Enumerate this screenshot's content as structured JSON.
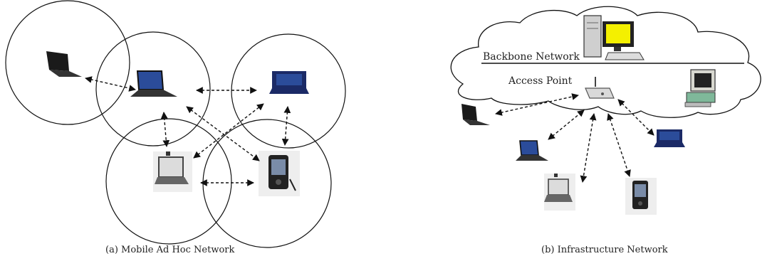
{
  "captions": {
    "adhoc": "(a) Mobile Ad Hoc Network",
    "infra": "(b) Infrastructure Network"
  },
  "labels": {
    "backbone": "Backbone Network",
    "access_point": "Access Point"
  },
  "colors": {
    "laptop_dark": "#1a1a1a",
    "laptop_navy": "#1b2a66",
    "screen_blue": "#2b4c9a",
    "monitor_yellow": "#f4f000",
    "pc_beige": "#d8d8d0",
    "pc_green": "#7fb89a"
  }
}
